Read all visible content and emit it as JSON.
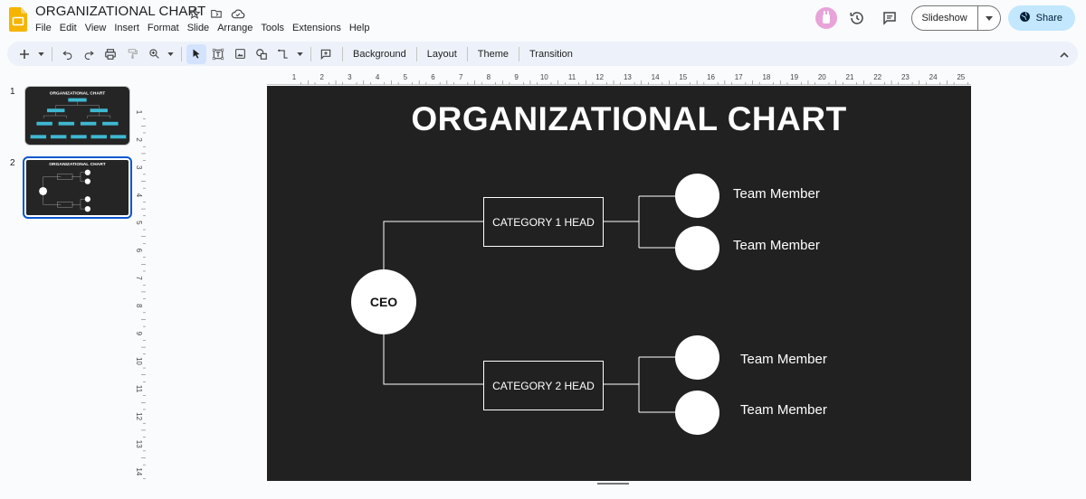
{
  "app": {
    "title": "ORGANIZATIONAL CHART",
    "menu": [
      "File",
      "Edit",
      "View",
      "Insert",
      "Format",
      "Slide",
      "Arrange",
      "Tools",
      "Extensions",
      "Help"
    ],
    "slideshow_label": "Slideshow",
    "share_label": "Share"
  },
  "toolbar": {
    "background_label": "Background",
    "layout_label": "Layout",
    "theme_label": "Theme",
    "transition_label": "Transition"
  },
  "filmstrip": {
    "slides": [
      {
        "number": "1",
        "selected": false
      },
      {
        "number": "2",
        "selected": true
      }
    ]
  },
  "rulers": {
    "top_ticks": [
      "1",
      "1",
      "2",
      "3",
      "4",
      "5",
      "6",
      "7",
      "8",
      "9",
      "10",
      "11",
      "12",
      "13",
      "14",
      "15",
      "16",
      "17",
      "18",
      "19",
      "20",
      "21",
      "22",
      "23",
      "24",
      "25"
    ],
    "left_ticks": [
      "1",
      "2",
      "3",
      "4",
      "5",
      "6",
      "7",
      "8",
      "9",
      "10",
      "11",
      "12",
      "13",
      "14"
    ]
  },
  "slide": {
    "title": "ORGANIZATIONAL CHART",
    "ceo_label": "CEO",
    "category1": "CATEGORY 1 HEAD",
    "category2": "CATEGORY 2 HEAD",
    "members": [
      "Team Member",
      "Team Member",
      "Team Member",
      "Team Member"
    ]
  },
  "colors": {
    "slide_bg": "#212121",
    "accent": "#0b57d0",
    "share_bg": "#c2e7ff",
    "toolbar_bg": "#edf2fa",
    "logo": "#f4b400"
  }
}
